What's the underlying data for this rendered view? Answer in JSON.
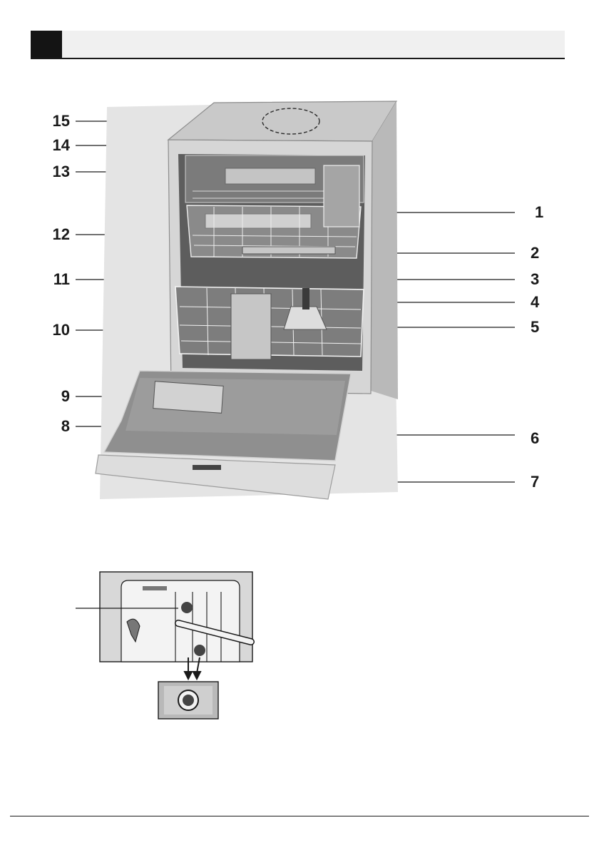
{
  "callouts": {
    "left": [
      {
        "num": "15"
      },
      {
        "num": "14"
      },
      {
        "num": "13"
      },
      {
        "num": "12"
      },
      {
        "num": "11"
      },
      {
        "num": "10"
      },
      {
        "num": "9"
      },
      {
        "num": "8"
      }
    ],
    "right": [
      {
        "num": "1"
      },
      {
        "num": "2"
      },
      {
        "num": "3"
      },
      {
        "num": "4"
      },
      {
        "num": "5"
      },
      {
        "num": "6"
      },
      {
        "num": "7"
      }
    ]
  },
  "colors": {
    "heading_block": "#141414",
    "heading_bar": "#f0f0f0",
    "text": "#1a1a1a"
  }
}
